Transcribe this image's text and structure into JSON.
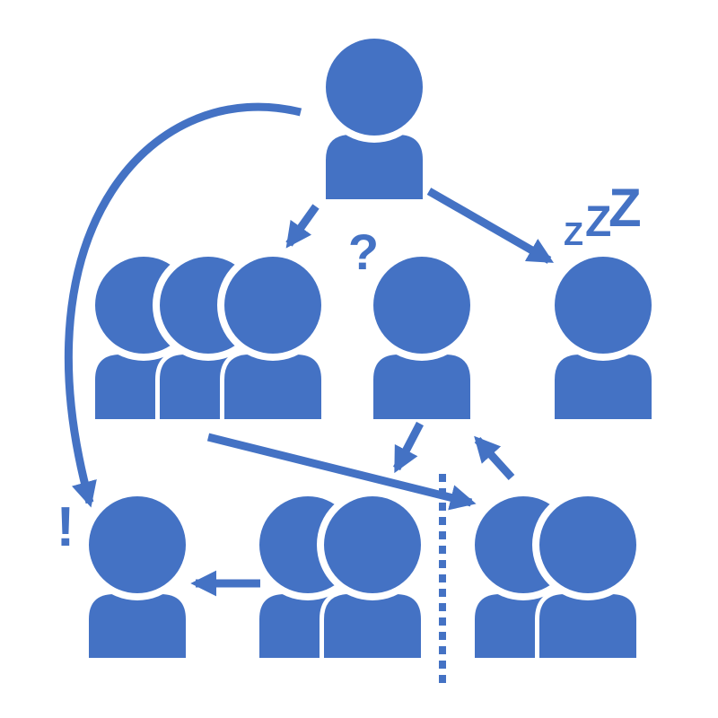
{
  "colors": {
    "primary": "#4472C4",
    "background": "#FFFFFF"
  },
  "icons": {
    "person": "person-icon",
    "arrow": "arrow-icon",
    "divider": "dotted-divider"
  },
  "labels": {
    "question": "?",
    "sleep_small": "Z",
    "sleep_medium": "Z",
    "sleep_large": "Z",
    "exclamation": "!"
  }
}
